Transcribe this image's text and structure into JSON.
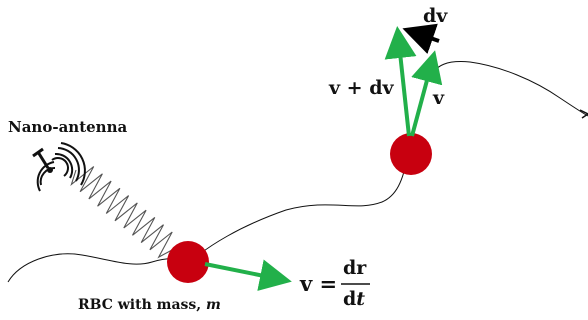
{
  "labels": {
    "antenna": "Nano-antenna",
    "rbc": "RBC with mass, ",
    "rbc_mass": "m",
    "v_plus_dv": "v + dv",
    "v_top": "v",
    "dv": "dv",
    "v_bottom": "v =",
    "frac_num": "dr",
    "frac_den_d": "d",
    "frac_den_t": "t"
  },
  "colors": {
    "cell": "#c8000f",
    "arrow": "#22b04a",
    "path": "#111111",
    "spring": "#555555",
    "dv_arrow": "#000000"
  }
}
